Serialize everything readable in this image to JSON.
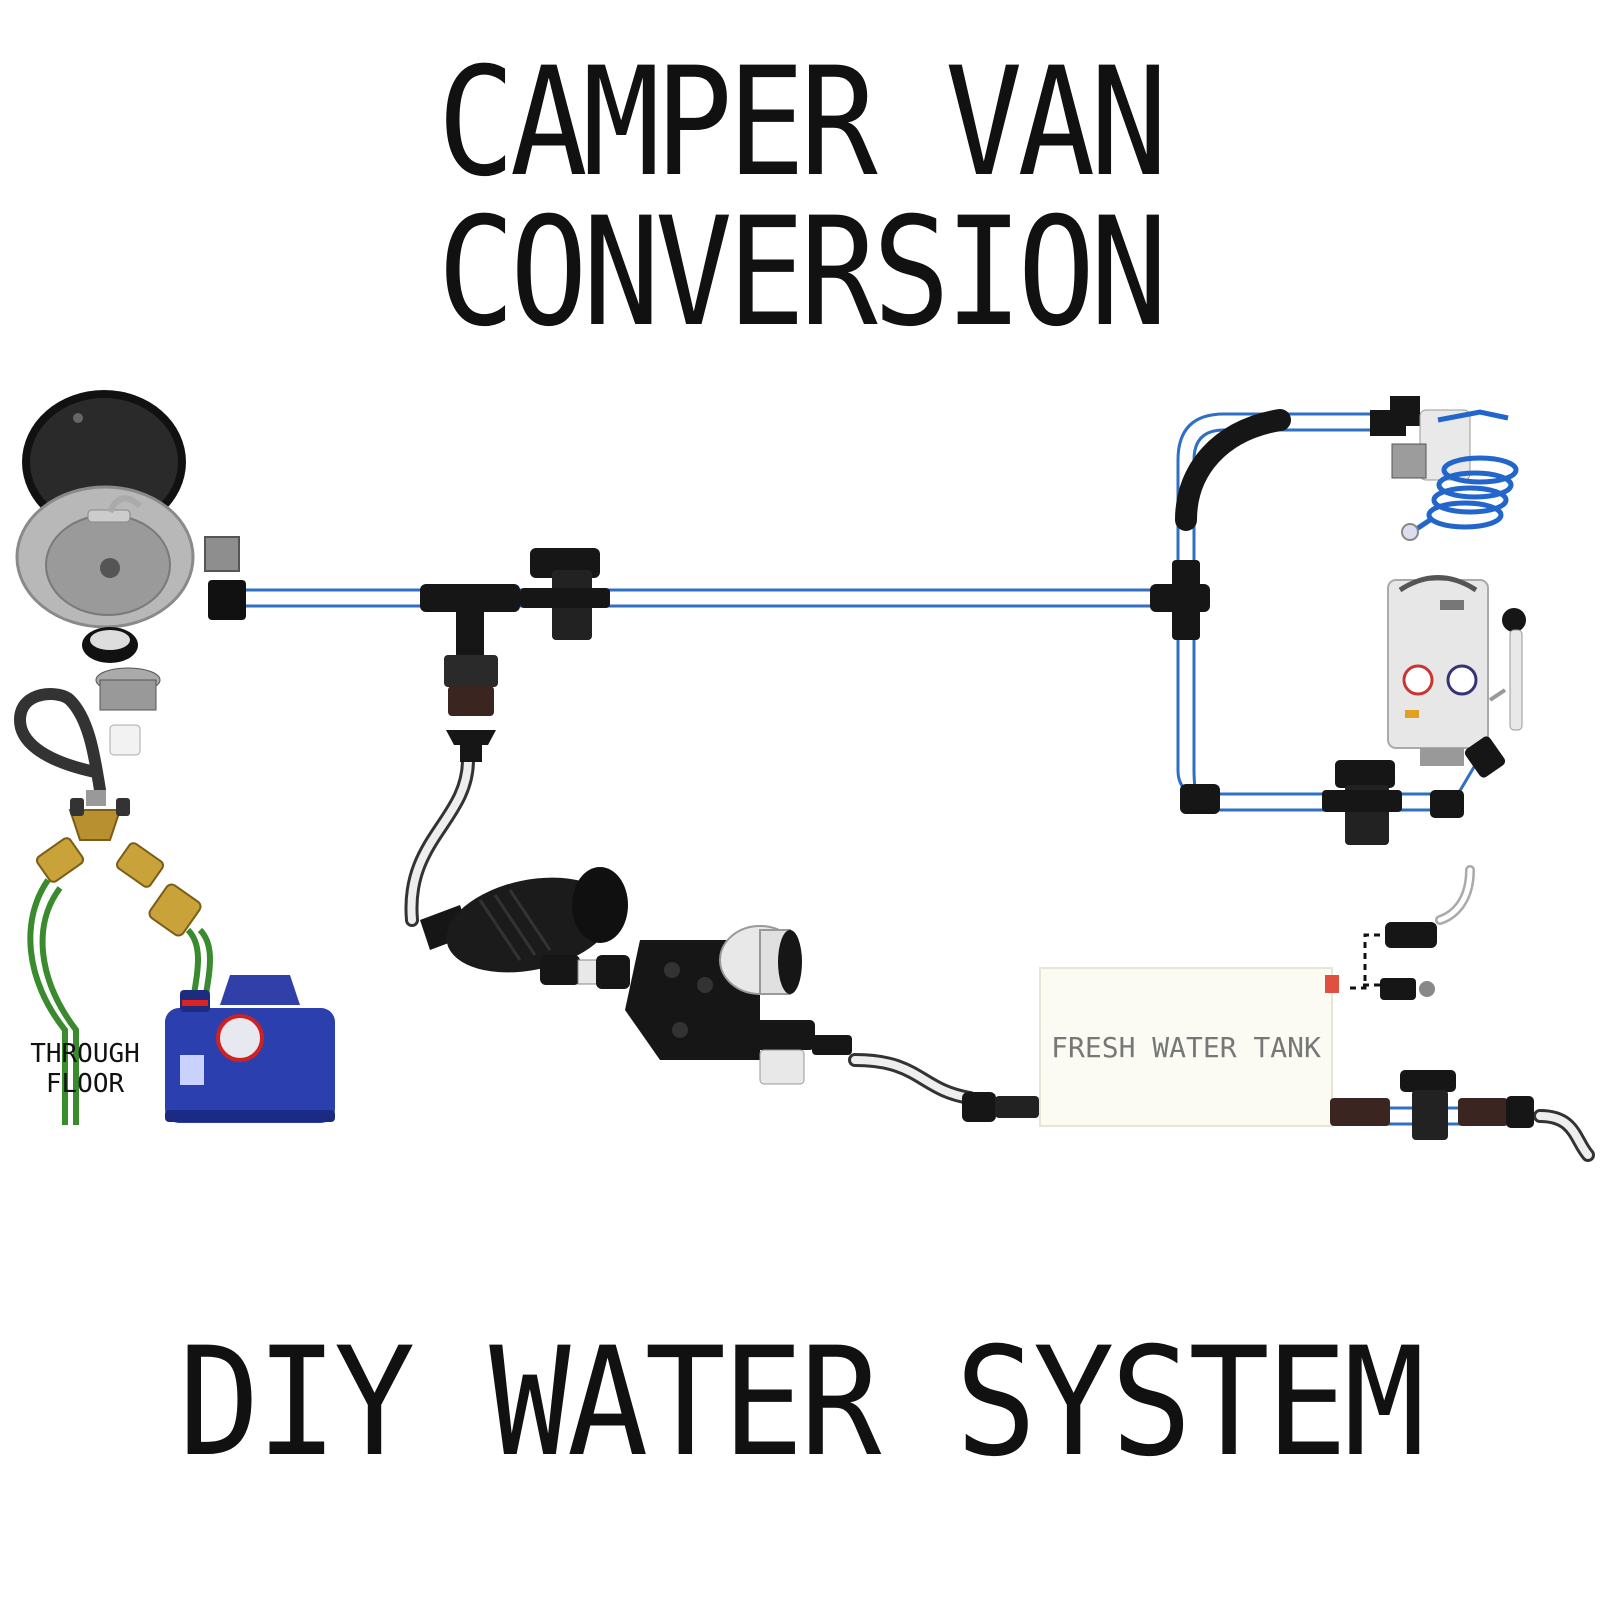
{
  "title": "CAMPER VAN CONVERSION",
  "subtitle": "DIY WATER SYSTEM",
  "labels": {
    "through_floor_line1": "THROUGH",
    "through_floor_line2": "FLOOR",
    "fresh_water_tank": "FRESH WATER TANK"
  },
  "colors": {
    "pipe_blue": "#2f6fc4",
    "fitting_black": "#161616",
    "hose_green": "#3a8a2e",
    "brass": "#c9a23a",
    "jug_blue": "#2b3fae",
    "tank_fill": "#fbfbf4"
  },
  "components": [
    "sink-icon",
    "drain-strainer-icon",
    "drain-hose-icon",
    "y-splitter-icon",
    "quick-connect-icon",
    "water-jug-icon",
    "tee-fitting-icon",
    "shutoff-valve-icon",
    "accumulator-tank-icon",
    "water-pump-icon",
    "inline-filter-icon",
    "fresh-water-tank-icon",
    "tankless-water-heater-icon",
    "shower-head-icon",
    "coiled-sprayer-hose-icon",
    "elbow-fitting-icon"
  ]
}
